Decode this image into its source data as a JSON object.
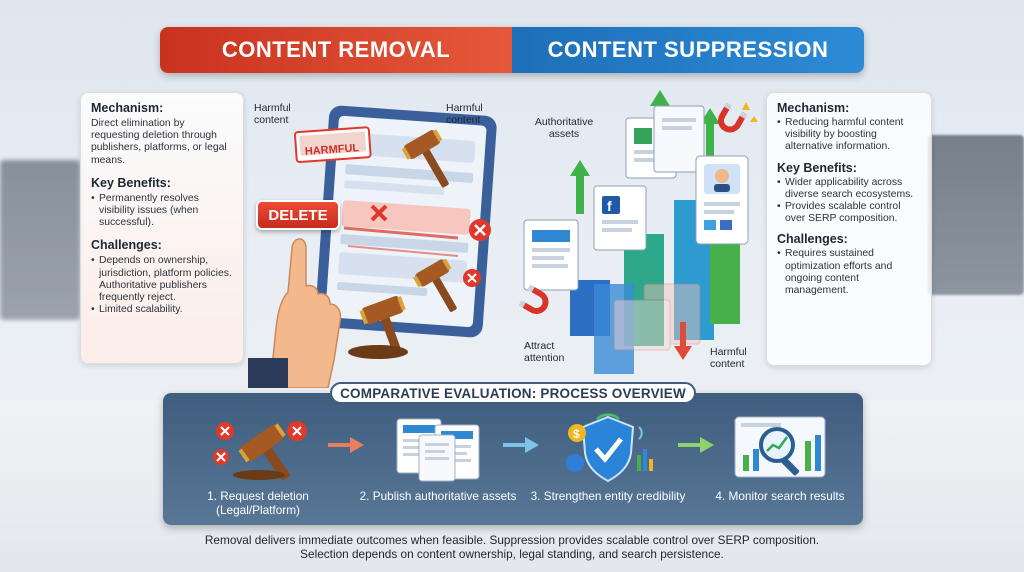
{
  "header": {
    "left_title": "CONTENT REMOVAL",
    "right_title": "CONTENT SUPPRESSION"
  },
  "colors": {
    "removal_accent": "#d94027",
    "suppression_accent": "#2179c4",
    "process_bg": "#4a6788"
  },
  "removal": {
    "mechanism_heading": "Mechanism:",
    "mechanism_text": "Direct elimination by requesting deletion through publishers, platforms, or legal means.",
    "benefits_heading": "Key Benefits:",
    "benefits": [
      "Permanently resolves visibility issues (when successful)."
    ],
    "challenges_heading": "Challenges:",
    "challenges": [
      "Depends on ownership, jurisdiction, platform policies. Authoritative publishers frequently reject.",
      "Limited scalability."
    ],
    "illustration": {
      "label_harmful_1": "Harmful content",
      "label_harmful_2": "Harmful content",
      "tag_harmful": "HARMFUL",
      "button_delete": "DELETE"
    }
  },
  "suppression": {
    "mechanism_heading": "Mechanism:",
    "mechanism_items": [
      "Reducing harmful content visibility by boosting alternative information."
    ],
    "benefits_heading": "Key Benefits:",
    "benefits": [
      "Wider applicability across diverse search ecosystems.",
      "Provides scalable control over SERP composition."
    ],
    "challenges_heading": "Challenges:",
    "challenges": [
      "Requires sustained optimization efforts and ongoing content management."
    ],
    "illustration": {
      "label_assets": "Authoritative assets",
      "label_attract": "Attract attention",
      "label_harmful": "Harmful content"
    }
  },
  "process": {
    "title": "COMPARATIVE EVALUATION: PROCESS OVERVIEW",
    "steps": [
      {
        "label": "1. Request deletion (Legal/Platform)",
        "icon": "gavel-icon"
      },
      {
        "label": "2. Publish authoritative assets",
        "icon": "documents-icon"
      },
      {
        "label": "3. Strengthen entity credibility",
        "icon": "shield-check-icon"
      },
      {
        "label": "4. Monitor search results",
        "icon": "magnifier-chart-icon"
      }
    ]
  },
  "caption": {
    "line1": "Removal delivers immediate outcomes when feasible. Suppression provides scalable control over SERP composition.",
    "line2": "Selection depends on content ownership, legal standing, and search persistence."
  }
}
